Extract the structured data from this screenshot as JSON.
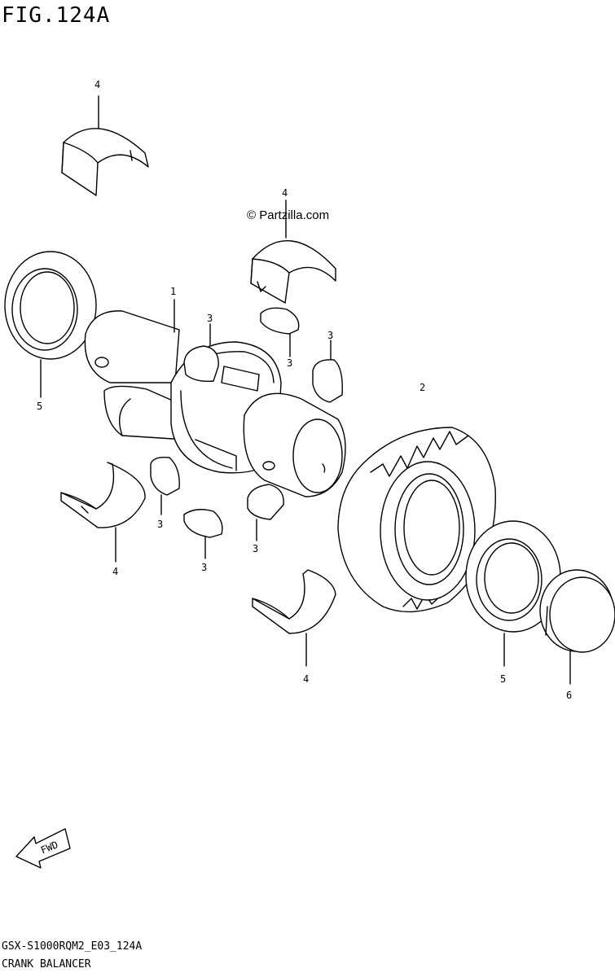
{
  "figure_title": "FIG.124A",
  "watermark": "© Partzilla.com",
  "model_code": "GSX-S1000RQM2_E03_124A",
  "subtitle": "CRANK BALANCER",
  "fwd_label": "FWD",
  "callouts": [
    "1",
    "2",
    "3",
    "3",
    "3",
    "3",
    "3",
    "3",
    "4",
    "4",
    "4",
    "4",
    "5",
    "5",
    "6"
  ]
}
